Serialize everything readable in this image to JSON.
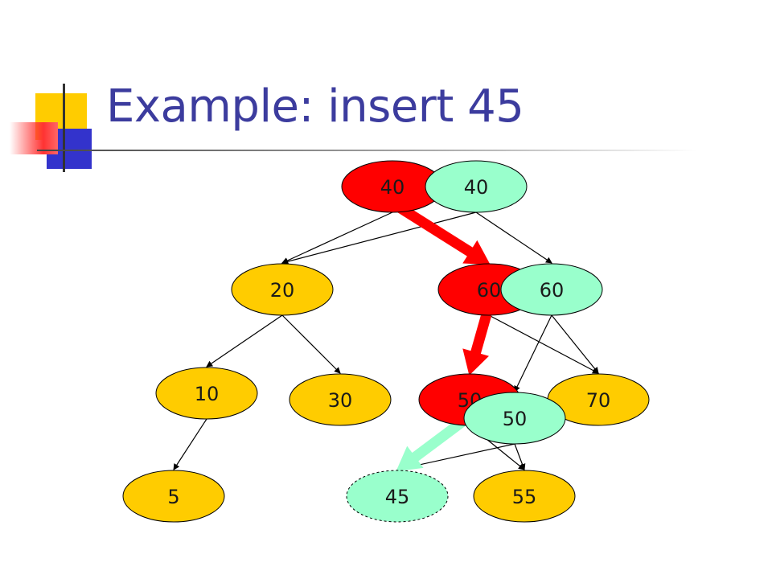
{
  "title": "Example: insert 45",
  "colors": {
    "old_node": "#ff0000",
    "new_node": "#99ffcc",
    "regular_node": "#ffcc00",
    "path_old": "#ff0000",
    "path_new": "#99ffcc",
    "title": "#3c3c9e"
  },
  "nodes": [
    {
      "id": "n40_old",
      "label": "40",
      "kind": "old"
    },
    {
      "id": "n40_new",
      "label": "40",
      "kind": "new"
    },
    {
      "id": "n20",
      "label": "20",
      "kind": "regular"
    },
    {
      "id": "n60_old",
      "label": "60",
      "kind": "old"
    },
    {
      "id": "n60_new",
      "label": "60",
      "kind": "new"
    },
    {
      "id": "n10",
      "label": "10",
      "kind": "regular"
    },
    {
      "id": "n30",
      "label": "30",
      "kind": "regular"
    },
    {
      "id": "n50_old",
      "label": "50",
      "kind": "old"
    },
    {
      "id": "n70",
      "label": "70",
      "kind": "regular"
    },
    {
      "id": "n50_new",
      "label": "50",
      "kind": "new"
    },
    {
      "id": "n5",
      "label": "5",
      "kind": "regular"
    },
    {
      "id": "n45",
      "label": "45",
      "kind": "inserted"
    },
    {
      "id": "n55",
      "label": "55",
      "kind": "regular"
    }
  ],
  "edges": [
    {
      "from": "n40_old",
      "to": "n20"
    },
    {
      "from": "n40_new",
      "to": "n20"
    },
    {
      "from": "n40_new",
      "to": "n60_new"
    },
    {
      "from": "n60_old",
      "to": "n70"
    },
    {
      "from": "n60_new",
      "to": "n70"
    },
    {
      "from": "n60_new",
      "to": "n50_new"
    },
    {
      "from": "n20",
      "to": "n10"
    },
    {
      "from": "n20",
      "to": "n30"
    },
    {
      "from": "n10",
      "to": "n5"
    },
    {
      "from": "n50_old",
      "to": "n55"
    },
    {
      "from": "n50_new",
      "to": "n45"
    },
    {
      "from": "n50_new",
      "to": "n55"
    }
  ],
  "path_arrows": [
    {
      "from": "n40_old",
      "to": "n60_old",
      "kind": "old"
    },
    {
      "from": "n60_old",
      "to": "n50_old",
      "kind": "old"
    },
    {
      "from": "n50_old",
      "to": "n45",
      "kind": "new"
    }
  ]
}
